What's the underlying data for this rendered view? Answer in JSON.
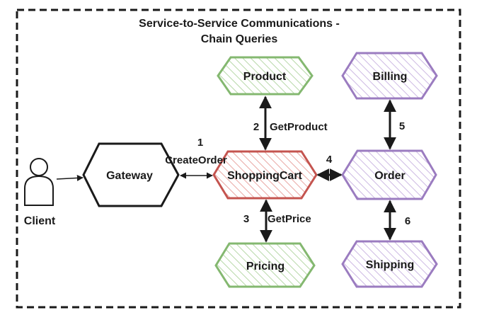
{
  "title_line1": "Service-to-Service Communications -",
  "title_line2": "Chain Queries",
  "nodes": {
    "client": {
      "label": "Client"
    },
    "gateway": {
      "label": "Gateway"
    },
    "product": {
      "label": "Product"
    },
    "shoppingcart": {
      "label": "ShoppingCart"
    },
    "pricing": {
      "label": "Pricing"
    },
    "billing": {
      "label": "Billing"
    },
    "order": {
      "label": "Order"
    },
    "shipping": {
      "label": "Shipping"
    }
  },
  "edges": {
    "create_order": {
      "step": "1",
      "label": "CreateOrder"
    },
    "get_product": {
      "step": "2",
      "label": "GetProduct"
    },
    "get_price": {
      "step": "3",
      "label": "GetPrice"
    },
    "cart_order": {
      "step": "4"
    },
    "order_billing": {
      "step": "5"
    },
    "order_shipping": {
      "step": "6"
    }
  },
  "colors": {
    "border": "#1a1a1a",
    "green": "#84b870",
    "green_hatch": "#b7d8a8",
    "red": "#c4544f",
    "red_hatch": "#e9a7a3",
    "purple": "#9b7cc0",
    "purple_hatch": "#cdb9e3"
  }
}
